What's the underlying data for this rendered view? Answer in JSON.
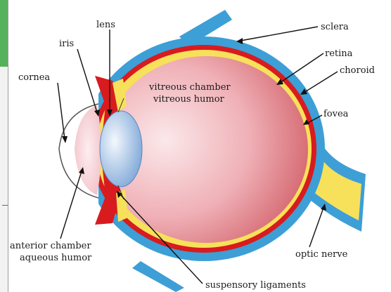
{
  "diagram": {
    "labels": {
      "lens": "lens",
      "sclera": "sclera",
      "iris": "iris",
      "retina": "retina",
      "choroid": "choroid",
      "cornea": "cornea",
      "vitreous_chamber": "vitreous chamber",
      "vitreous_humor": "vitreous humor",
      "fovea": "fovea",
      "anterior_chamber": "anterior chamber",
      "aqueous_humor": "aqueous humor",
      "optic_nerve": "optic nerve",
      "suspensory_ligaments": "suspensory ligaments"
    },
    "colors": {
      "sclera": "#3d9fd6",
      "choroid": "#d81b1f",
      "retina": "#f7e15a",
      "vitreous": "#e47b83",
      "lens": "#9cc0e8",
      "optic_nerve": "#f7e15a"
    }
  }
}
